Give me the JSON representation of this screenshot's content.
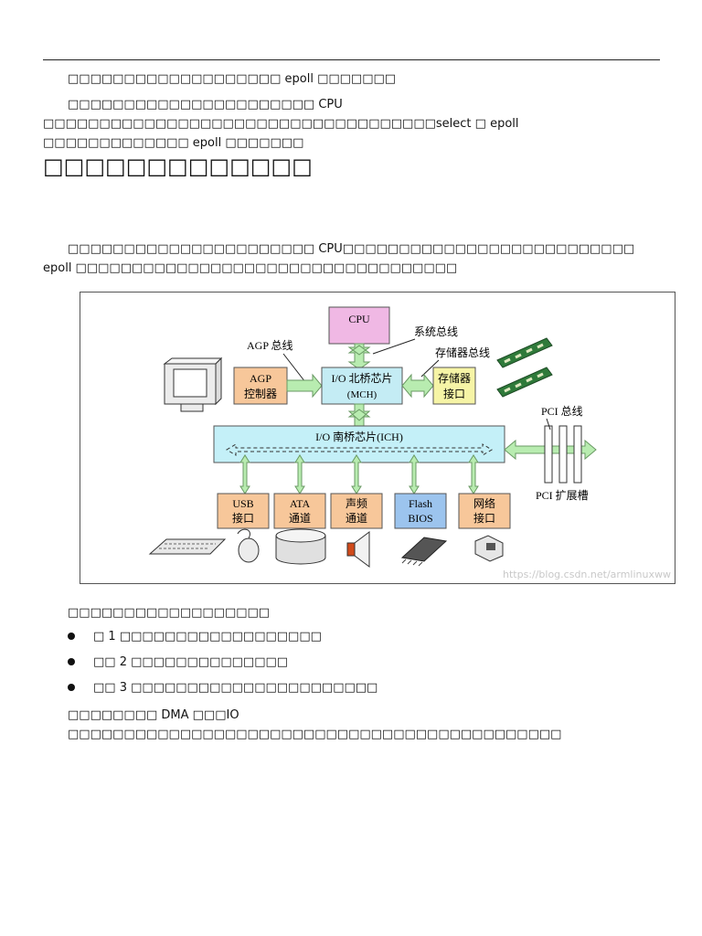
{
  "para1": "□□□□□□□□□□□□□□□□□□□ epoll □□□□□□□",
  "para2": "□□□□□□□□□□□□□□□□□□□□□□ CPU □□□□□□□□□□□□□□□□□□□□□□□□□□□□□□□□□□□select □ epoll □□□□□□□□□□□□□ epoll □□□□□□□",
  "heading": "□□□□□□□□□□□□□",
  "para3": "□□□□□□□□□□□□□□□□□□□□□□ CPU□□□□□□□□□□□□□□□□□□□□□□□□□□ epoll □□□□□□□□□□□□□□□□□□□□□□□□□□□□□□□□□□",
  "list_intro": "□□□□□□□□□□□□□□□□□□",
  "bullets": [
    "□ 1 □□□□□□□□□□□□□□□□□□",
    "□□ 2 □□□□□□□□□□□□□□",
    "□□ 3 □□□□□□□□□□□□□□□□□□□□□□"
  ],
  "last_para": "□□□□□□□□ DMA □□□IO □□□□□□□□□□□□□□□□□□□□□□□□□□□□□□□□□□□□□□□□□□□□",
  "diagram": {
    "cpu": "CPU",
    "system_bus": "系统总线",
    "agp_bus": "AGP 总线",
    "memory_bus": "存储器总线",
    "agp_line1": "AGP",
    "agp_line2": "控制器",
    "north_line1": "I/O 北桥芯片",
    "north_line2": "(MCH)",
    "mem_line1": "存储器",
    "mem_line2": "接口",
    "south": "I/O 南桥芯片(ICH)",
    "pci_bus": "PCI 总线",
    "pci_slot": "PCI 扩展槽",
    "usb_line1": "USB",
    "usb_line2": "接口",
    "ata_line1": "ATA",
    "ata_line2": "通道",
    "audio_line1": "声频",
    "audio_line2": "通道",
    "flash_line1": "Flash",
    "flash_line2": "BIOS",
    "net_line1": "网络",
    "net_line2": "接口",
    "watermark": "https://blog.csdn.net/armlinuxww"
  },
  "colors": {
    "cpu_fill": "#f0b8e4",
    "agp_fill": "#f7c79a",
    "north_fill": "#c4ecf4",
    "mem_fill": "#f6f4a6",
    "south_fill": "#c4f0f8",
    "port_fill": "#f7c79a",
    "flash_fill": "#9cc4ee",
    "arrow_fill": "#b8ecb0"
  }
}
